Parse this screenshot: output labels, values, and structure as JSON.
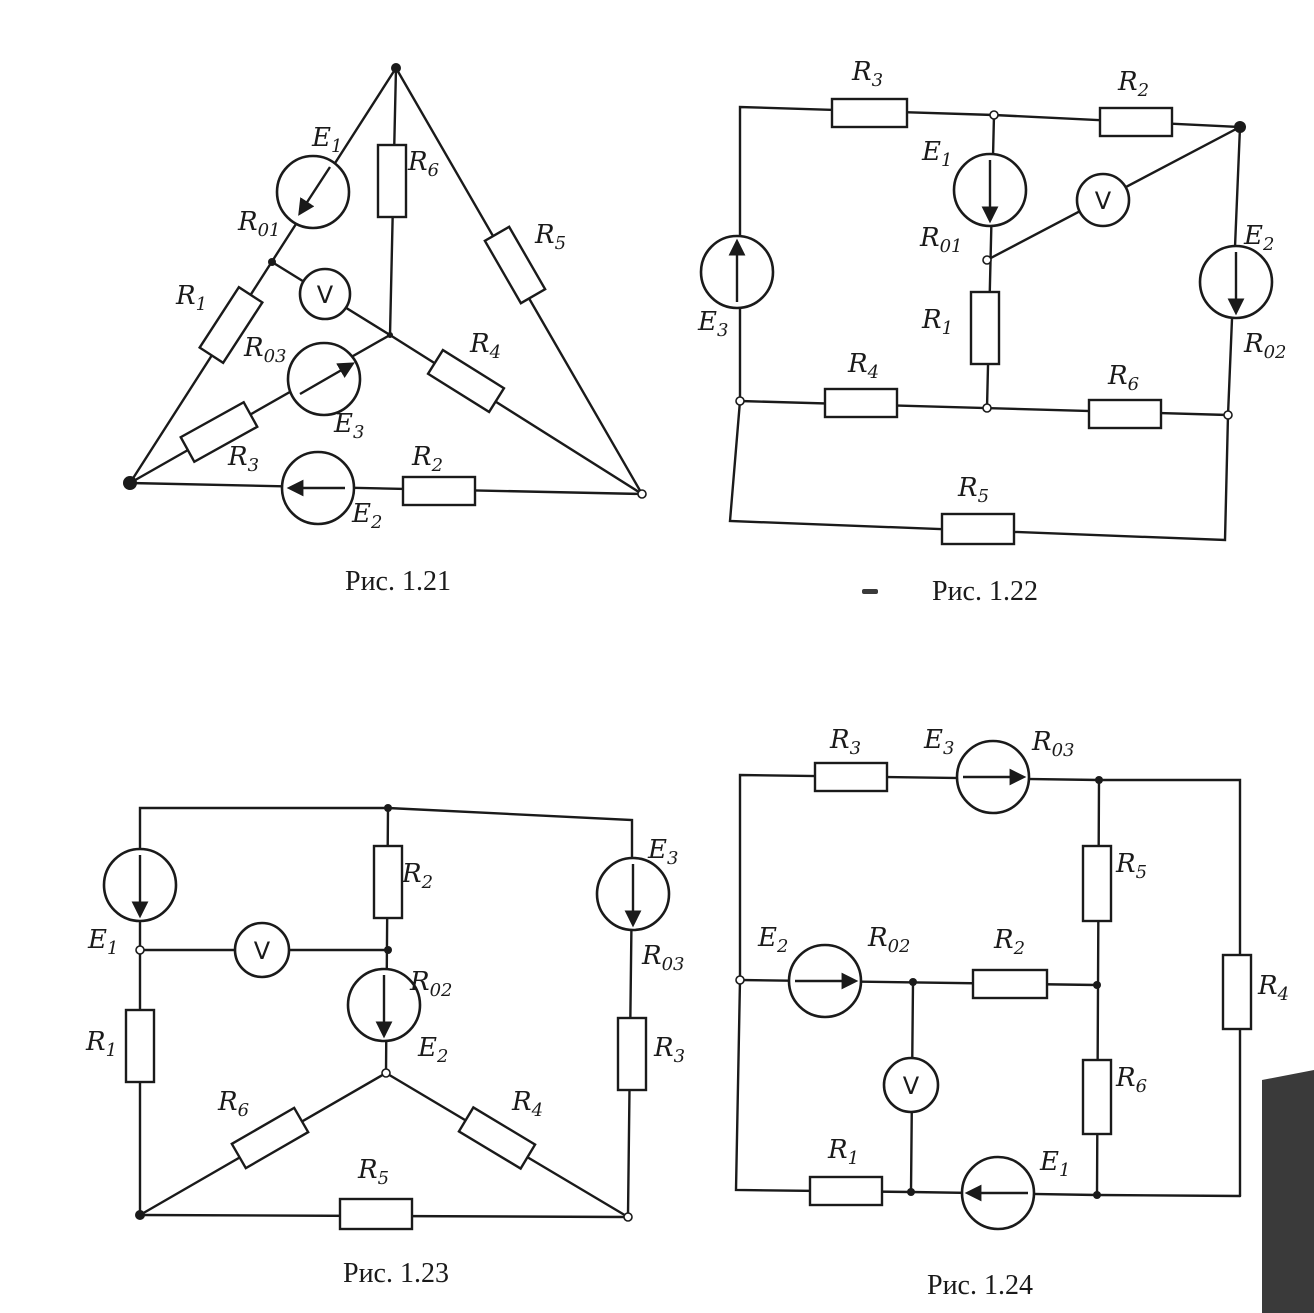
{
  "figures": [
    {
      "id": "fig21",
      "caption": "Рис. 1.21"
    },
    {
      "id": "fig22",
      "caption": "Рис. 1.22"
    },
    {
      "id": "fig23",
      "caption": "Рис. 1.23"
    },
    {
      "id": "fig24",
      "caption": "Рис. 1.24"
    }
  ],
  "labels": {
    "R": "R",
    "E": "E",
    "s1": "1",
    "s2": "2",
    "s3": "3",
    "s4": "4",
    "s5": "5",
    "s6": "6",
    "s01": "01",
    "s02": "02",
    "s03": "03",
    "voltmeter": "V"
  },
  "colors": {
    "ink": "#1a1a1a",
    "paper": "#ffffff"
  }
}
